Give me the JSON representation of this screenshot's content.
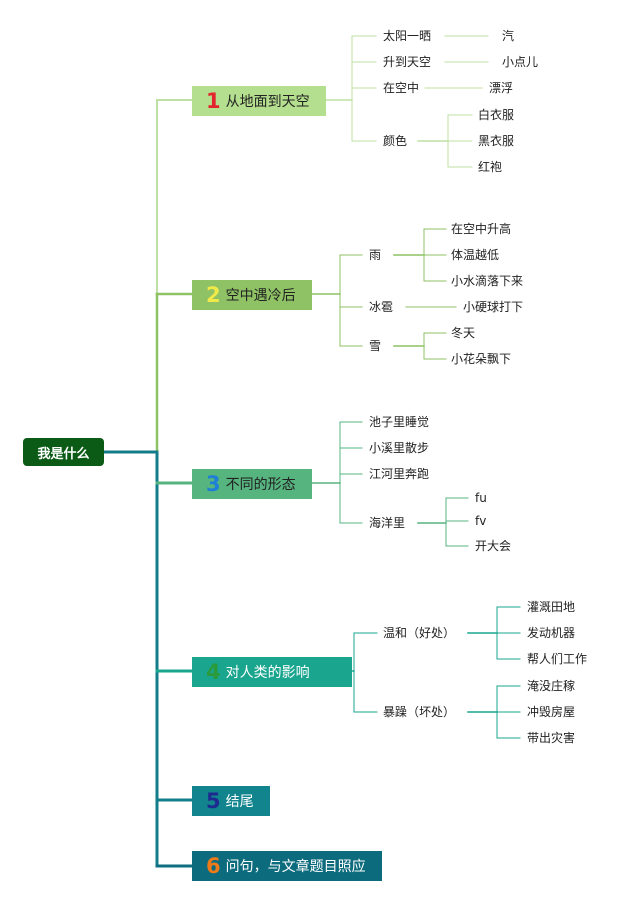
{
  "root": "我是什么",
  "branches": [
    {
      "num": "1",
      "label": "从地面到天空",
      "colors": {
        "box": "#b4df8e",
        "num": "#e3262e",
        "text": "#222222",
        "line": "#bfe0a4"
      },
      "children": [
        {
          "label": "太阳一晒",
          "children": [
            "汽"
          ]
        },
        {
          "label": "升到天空",
          "children": [
            "小点儿"
          ]
        },
        {
          "label": "在空中",
          "children": [
            "漂浮"
          ]
        },
        {
          "label": "颜色",
          "children": [
            "白衣服",
            "黑衣服",
            "红袍"
          ]
        }
      ]
    },
    {
      "num": "2",
      "label": "空中遇冷后",
      "colors": {
        "box": "#8ec264",
        "num": "#f1e94a",
        "text": "#222222",
        "line": "#8ec264"
      },
      "children": [
        {
          "label": "雨",
          "children": [
            "在空中升高",
            "体温越低",
            "小水滴落下来"
          ]
        },
        {
          "label": "冰雹",
          "children": [
            "小硬球打下"
          ]
        },
        {
          "label": "雪",
          "children": [
            "冬天",
            "小花朵飘下"
          ]
        }
      ]
    },
    {
      "num": "3",
      "label": "不同的形态",
      "colors": {
        "box": "#56b47f",
        "num": "#1e7fd8",
        "text": "#222222",
        "line": "#56b47f"
      },
      "children": [
        {
          "label": "池子里睡觉",
          "children": []
        },
        {
          "label": "小溪里散步",
          "children": []
        },
        {
          "label": "江河里奔跑",
          "children": []
        },
        {
          "label": "海洋里",
          "children": [
            "fu",
            "fv",
            "开大会"
          ]
        }
      ]
    },
    {
      "num": "4",
      "label": "对人类的影响",
      "colors": {
        "box": "#1aa58e",
        "num": "#2a9a3a",
        "text": "#ffffff",
        "line": "#1aa58e"
      },
      "children": [
        {
          "label": "温和（好处）",
          "children": [
            "灌溉田地",
            "发动机器",
            "帮人们工作"
          ]
        },
        {
          "label": "暴躁（坏处）",
          "children": [
            "淹没庄稼",
            "冲毁房屋",
            "带出灾害"
          ]
        }
      ]
    },
    {
      "num": "5",
      "label": "结尾",
      "colors": {
        "box": "#12848d",
        "num": "#1d2a8f",
        "text": "#ffffff",
        "line": "#137e8a"
      },
      "children": []
    },
    {
      "num": "6",
      "label": "问句，与文章题目照应",
      "colors": {
        "box": "#0c6b7d",
        "num": "#ef7a1a",
        "text": "#ffffff",
        "line": "#0d6f80"
      },
      "children": []
    }
  ]
}
